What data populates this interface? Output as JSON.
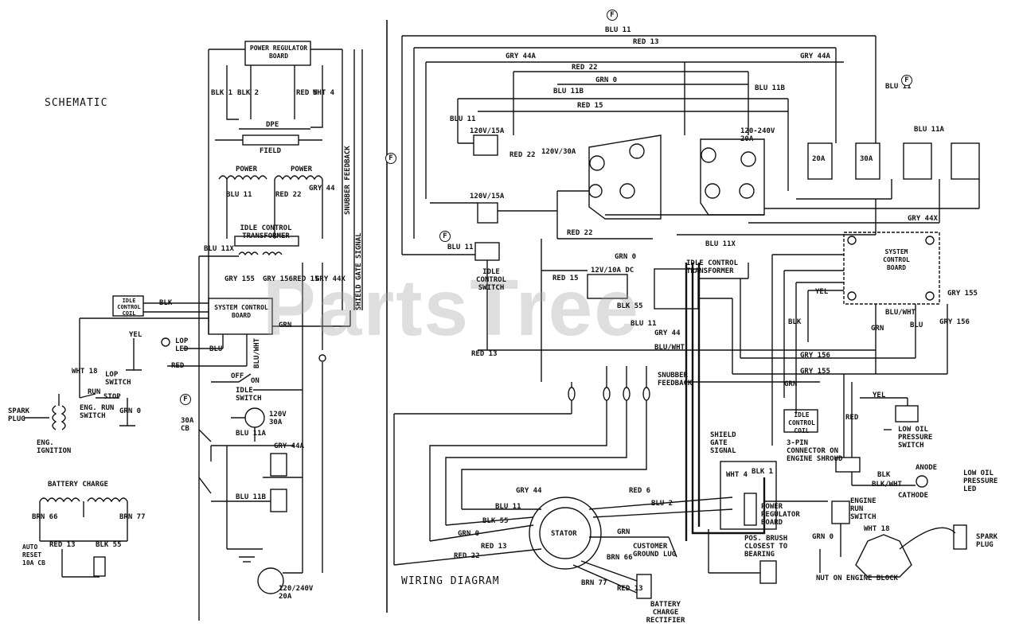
{
  "titles": {
    "schematic": "SCHEMATIC",
    "wiring_diagram": "WIRING DIAGRAM",
    "battery_charge": "BATTERY CHARGE"
  },
  "watermark": "PartsTree",
  "schematic": {
    "power_regulator_board": "POWER REGULATOR BOARD",
    "dpe": "DPE",
    "field": "FIELD",
    "power_left": "POWER",
    "power_right": "POWER",
    "idle_control_transformer": "IDLE CONTROL TRANSFORMER",
    "system_control_board": "SYSTEM CONTROL BOARD",
    "idle_control_coil": "IDLE CONTROL COIL",
    "lop_led": "LOP LED",
    "lop_switch": "LOP SWITCH",
    "eng_run_switch": "ENG. RUN SWITCH",
    "run": "RUN",
    "stop": "STOP",
    "spark_plug": "SPARK PLUG",
    "eng_ignition": "ENG. IGNITION",
    "idle_switch": "IDLE SWITCH",
    "off": "OFF",
    "on": "ON",
    "cb_30a": "30A CB",
    "outlet_120v_30a": "120V 30A",
    "outlet_120_240v_20a": "120/240V 20A",
    "auto_reset": "AUTO RESET 10A CB",
    "snubber_feedback_vert": "SNUBBER FEEDBACK",
    "shield_gate_signal_vert": "SHIELD GATE SIGNAL",
    "wire_blk1": "BLK 1",
    "wire_blk2": "BLK 2",
    "wire_red5": "RED 5",
    "wire_wht4": "WHT 4",
    "wire_blu11": "BLU 11",
    "wire_red22": "RED 22",
    "wire_gry44": "GRY 44",
    "wire_blu11x": "BLU 11X",
    "wire_gry155": "GRY 155",
    "wire_gry156": "GRY 156",
    "wire_red15": "RED 15",
    "wire_gry44x": "GRY 44X",
    "wire_yel": "YEL",
    "wire_wht18": "WHT 18",
    "wire_grn0": "GRN 0",
    "wire_brn66": "BRN 66",
    "wire_brn77": "BRN 77",
    "wire_blk55": "BLK 55",
    "wire_red13": "RED 13",
    "wire_blu11a": "BLU 11A",
    "wire_blu11b": "BLU 11B",
    "wire_blk": "BLK",
    "wire_grn": "GRN",
    "wire_red": "RED",
    "wire_blu": "BLU",
    "wire_bluwht": "BLU/WHT",
    "wire_gry44_b": "GRY 44A"
  },
  "wiring": {
    "outlet_120v_15a_top": "120V/15A",
    "outlet_120v_15a_mid": "120V/15A",
    "outlet_120v_30a": "120V/30A",
    "outlet_120_240v_20a": "120-240V 20A",
    "breaker_12v_10a_dc": "12V/10A DC",
    "idle_control_switch": "IDLE CONTROL SWITCH",
    "idle_control_transformer": "IDLE CONTROL TRANSFORMER",
    "system_control_board": "SYSTEM CONTROL BOARD",
    "idle_control_coil": "IDLE CONTROL COIL",
    "snubber_feedback": "SNUBBER FEEDBACK",
    "shield_gate_signal": "SHIELD GATE SIGNAL",
    "connector_3pin": "3-PIN CONNECTOR ON ENGINE SHROUD",
    "low_oil_pressure_switch": "LOW OIL PRESSURE SWITCH",
    "low_oil_pressure_led": "LOW OIL PRESSURE LED",
    "anode": "ANODE",
    "cathode": "CATHODE",
    "engine_run_switch": "ENGINE RUN SWITCH",
    "power_regulator_board": "POWER REGULATOR BOARD",
    "pos_brush": "POS. BRUSH CLOSEST TO BEARING",
    "stator": "STATOR",
    "customer_ground_lug": "CUSTOMER GROUND LUG",
    "battery_charge_rectifier": "BATTERY CHARGE RECTIFIER",
    "spark_plug": "SPARK PLUG",
    "nut_on_engine_block": "NUT ON ENGINE BLOCK",
    "breaker_20a": "20A",
    "breaker_30a": "30A",
    "wire_blu11_top": "BLU 11",
    "wire_red13_top": "RED 13",
    "wire_gry44a": "GRY 44A",
    "wire_gry44a_r": "GRY 44A",
    "wire_red22": "RED 22",
    "wire_grn0": "GRN 0",
    "wire_blu11b": "BLU 11B",
    "wire_red15": "RED 15",
    "wire_blu11b_r": "BLU 11B",
    "wire_blu11_r": "BLU 11",
    "wire_blu11a": "BLU 11A",
    "wire_gry44x": "GRY 44X",
    "wire_blu11x": "BLU 11X",
    "wire_red22_b": "RED 22",
    "wire_grn0_b": "GRN 0",
    "wire_blu11_idle": "BLU 11",
    "wire_bluwht": "BLU/WHT",
    "wire_red13_b": "RED 13",
    "wire_gry156": "GRY 156",
    "wire_gry155": "GRY 155",
    "wire_grn": "GRN",
    "wire_blk55": "BLK 55",
    "wire_blu11": "BLU 11",
    "wire_gry44": "GRY 44",
    "wire_red22_c": "RED 22",
    "wire_blu11_c": "BLU 11",
    "wire_red15_c": "RED 15",
    "wire_gry44_s": "GRY 44",
    "wire_blu11_s": "BLU 11",
    "wire_blk55_s": "BLK 55",
    "wire_grn0_s": "GRN 0",
    "wire_red22_s": "RED 22",
    "wire_red13_s": "RED 13",
    "wire_red6": "RED 6",
    "wire_blu2": "BLU 2",
    "wire_grn_s": "GRN",
    "wire_brn66": "BRN 66",
    "wire_brn77": "BRN 77",
    "wire_red13_c": "RED 13",
    "wire_yel": "YEL",
    "wire_blk": "BLK",
    "wire_blkwht": "BLK/WHT",
    "wire_wht18": "WHT 18",
    "wire_grn0_e": "GRN 0",
    "wire_blk1": "BLK 1",
    "wire_wht4": "WHT 4",
    "wire_red": "RED",
    "wire_grn_r": "GRN",
    "wire_blk_r": "BLK",
    "wire_blu_r": "BLU",
    "wire_gry156_r": "GRY 156",
    "wire_gry155_r": "GRY 155",
    "wire_bluwht_r": "BLU/WHT",
    "wire_yel_r": "YEL",
    "marker_f": "F"
  }
}
